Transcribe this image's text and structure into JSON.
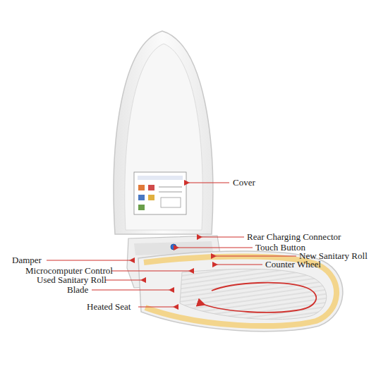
{
  "diagram": {
    "labels": [
      "Cover",
      "Rear Charging Connector",
      "Touch Button",
      "New Sanitary Roll",
      "Counter Wheel",
      "Damper",
      "Microcomputer Control",
      "Used Sanitary Roll",
      "Blade",
      "Heated Seat"
    ]
  }
}
